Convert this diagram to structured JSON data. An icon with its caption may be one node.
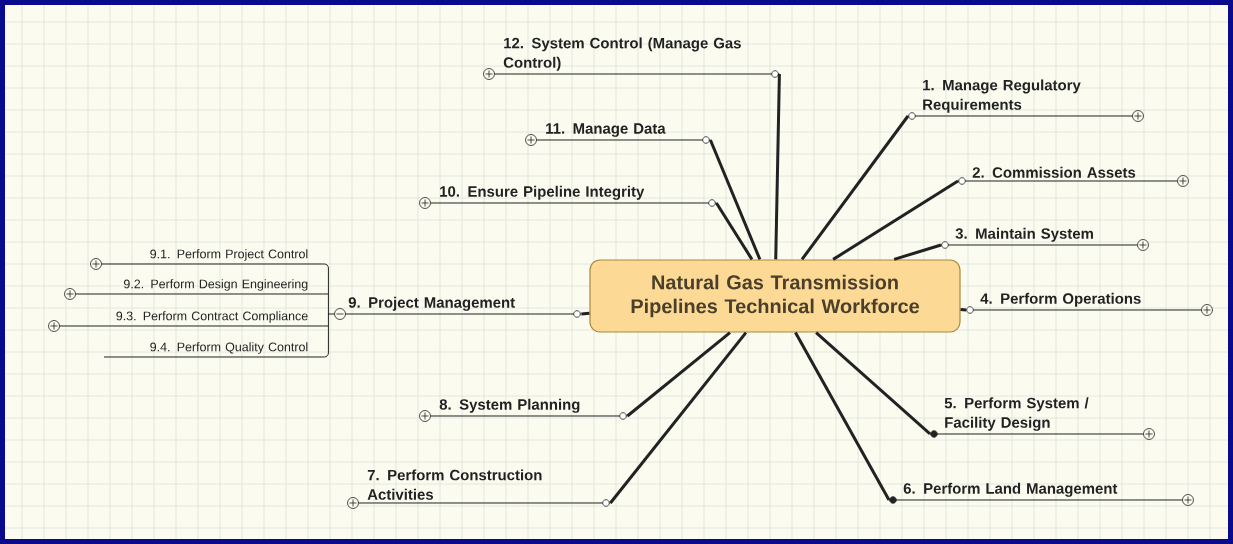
{
  "diagram": {
    "nodes": [
      {
        "text": [
          "Natural Gas Transmission Pipelines Technical Workforce"
        ]
      },
      {
        "text": [
          "1. Manage Regulatory Requirements"
        ]
      },
      {
        "text": [
          "2. Commission Assets"
        ]
      },
      {
        "text": [
          "3. Maintain System"
        ]
      },
      {
        "text": [
          "4. Perform Operations"
        ]
      },
      {
        "text": [
          "5. Perform System / Facility Design"
        ]
      },
      {
        "text": [
          "6. Perform Land Management"
        ]
      },
      {
        "text": [
          "7. Perform Construction Activities"
        ]
      },
      {
        "text": [
          "8. System Planning"
        ]
      },
      {
        "text": [
          "9. Project Management"
        ]
      },
      {
        "text": [
          "9.1. Perform Project Control"
        ]
      },
      {
        "text": [
          "9.2. Perform Design Engineering"
        ]
      },
      {
        "text": [
          "9.3. Perform Contract Compliance"
        ]
      },
      {
        "text": [
          "9.4. Perform Quality Control"
        ]
      },
      {
        "text": [
          "10. Ensure Pipeline Integrity"
        ]
      },
      {
        "text": [
          "11. Manage Data"
        ]
      },
      {
        "text": [
          "12. System Control (Manage Gas Control)"
        ]
      }
    ],
    "edges": [
      {
        "from": 0,
        "to": 1,
        "arrow": "none"
      },
      {
        "from": 0,
        "to": 2,
        "arrow": "none"
      },
      {
        "from": 0,
        "to": 3,
        "arrow": "none"
      },
      {
        "from": 0,
        "to": 4,
        "arrow": "none"
      },
      {
        "from": 0,
        "to": 5,
        "arrow": "none"
      },
      {
        "from": 0,
        "to": 6,
        "arrow": "none"
      },
      {
        "from": 0,
        "to": 7,
        "arrow": "none"
      },
      {
        "from": 0,
        "to": 8,
        "arrow": "none"
      },
      {
        "from": 0,
        "to": 9,
        "arrow": "none"
      },
      {
        "from": 9,
        "to": 10,
        "arrow": "none"
      },
      {
        "from": 9,
        "to": 11,
        "arrow": "none"
      },
      {
        "from": 9,
        "to": 12,
        "arrow": "none"
      },
      {
        "from": 9,
        "to": 13,
        "arrow": "none"
      },
      {
        "from": 0,
        "to": 14,
        "arrow": "none"
      },
      {
        "from": 0,
        "to": 15,
        "arrow": "none"
      },
      {
        "from": 0,
        "to": 16,
        "arrow": "none"
      }
    ]
  }
}
